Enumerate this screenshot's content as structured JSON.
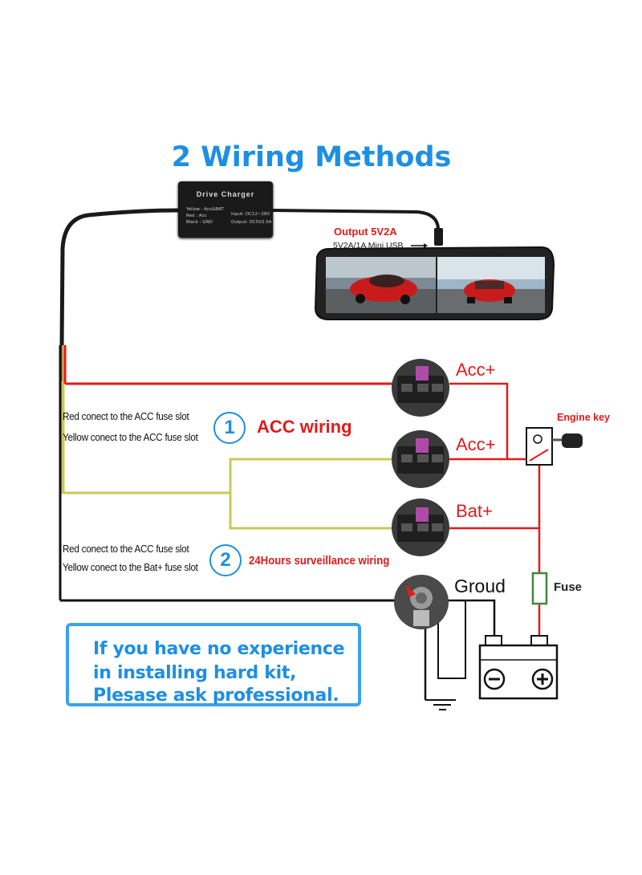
{
  "title": "2 Wiring Methods",
  "charger": {
    "name": "Drive Charger",
    "yellow": "Yellow : Acc&BAT",
    "red": "Red : Acc",
    "black": "Black : GND",
    "input": "Input: DC12~28V",
    "output": "Output: DC5V2.5A"
  },
  "output": {
    "title": "Output 5V2A",
    "subtitle": "5V2A/1A Mini USB"
  },
  "fuse_slots": {
    "acc1": "Acc+",
    "acc2": "Acc+",
    "bat": "Bat+"
  },
  "ground_label": "Groud",
  "engine_key_label": "Engine key",
  "fuse_label": "Fuse",
  "method1": {
    "number": "1",
    "label": "ACC wiring",
    "line1": "Red conect to the ACC fuse slot",
    "line2": "Yellow conect to the ACC fuse slot"
  },
  "method2": {
    "number": "2",
    "label": "24Hours surveillance wiring",
    "line1": "Red conect to the ACC fuse slot",
    "line2": "Yellow conect to the Bat+ fuse slot"
  },
  "notice": {
    "line1": "If you have no experience",
    "line2": "in installing hard kit,",
    "line3": "Plesase ask professional."
  },
  "battery": {
    "minus": "−",
    "plus": "+"
  },
  "colors": {
    "accent": "#1e8fe1",
    "red_wire": "#e01b1b",
    "yellow_wire": "#c9c85a",
    "black_wire": "#111111"
  }
}
